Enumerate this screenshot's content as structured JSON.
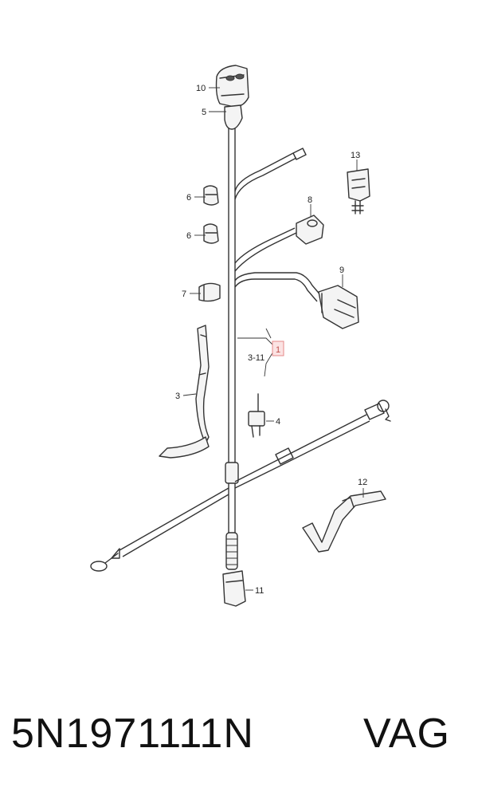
{
  "callouts": {
    "c1": "1",
    "c3": "3",
    "c3_11": "3-11",
    "c4": "4",
    "c5": "5",
    "c6a": "6",
    "c6b": "6",
    "c7": "7",
    "c8": "8",
    "c9": "9",
    "c10": "10",
    "c11": "11",
    "c12": "12",
    "c13": "13"
  },
  "caption": {
    "part_number": "5N1971111N",
    "brand": "VAG"
  },
  "colors": {
    "line": "#333333",
    "highlight_box": "#e58a8a",
    "highlight_fill": "#fbe3e3"
  }
}
